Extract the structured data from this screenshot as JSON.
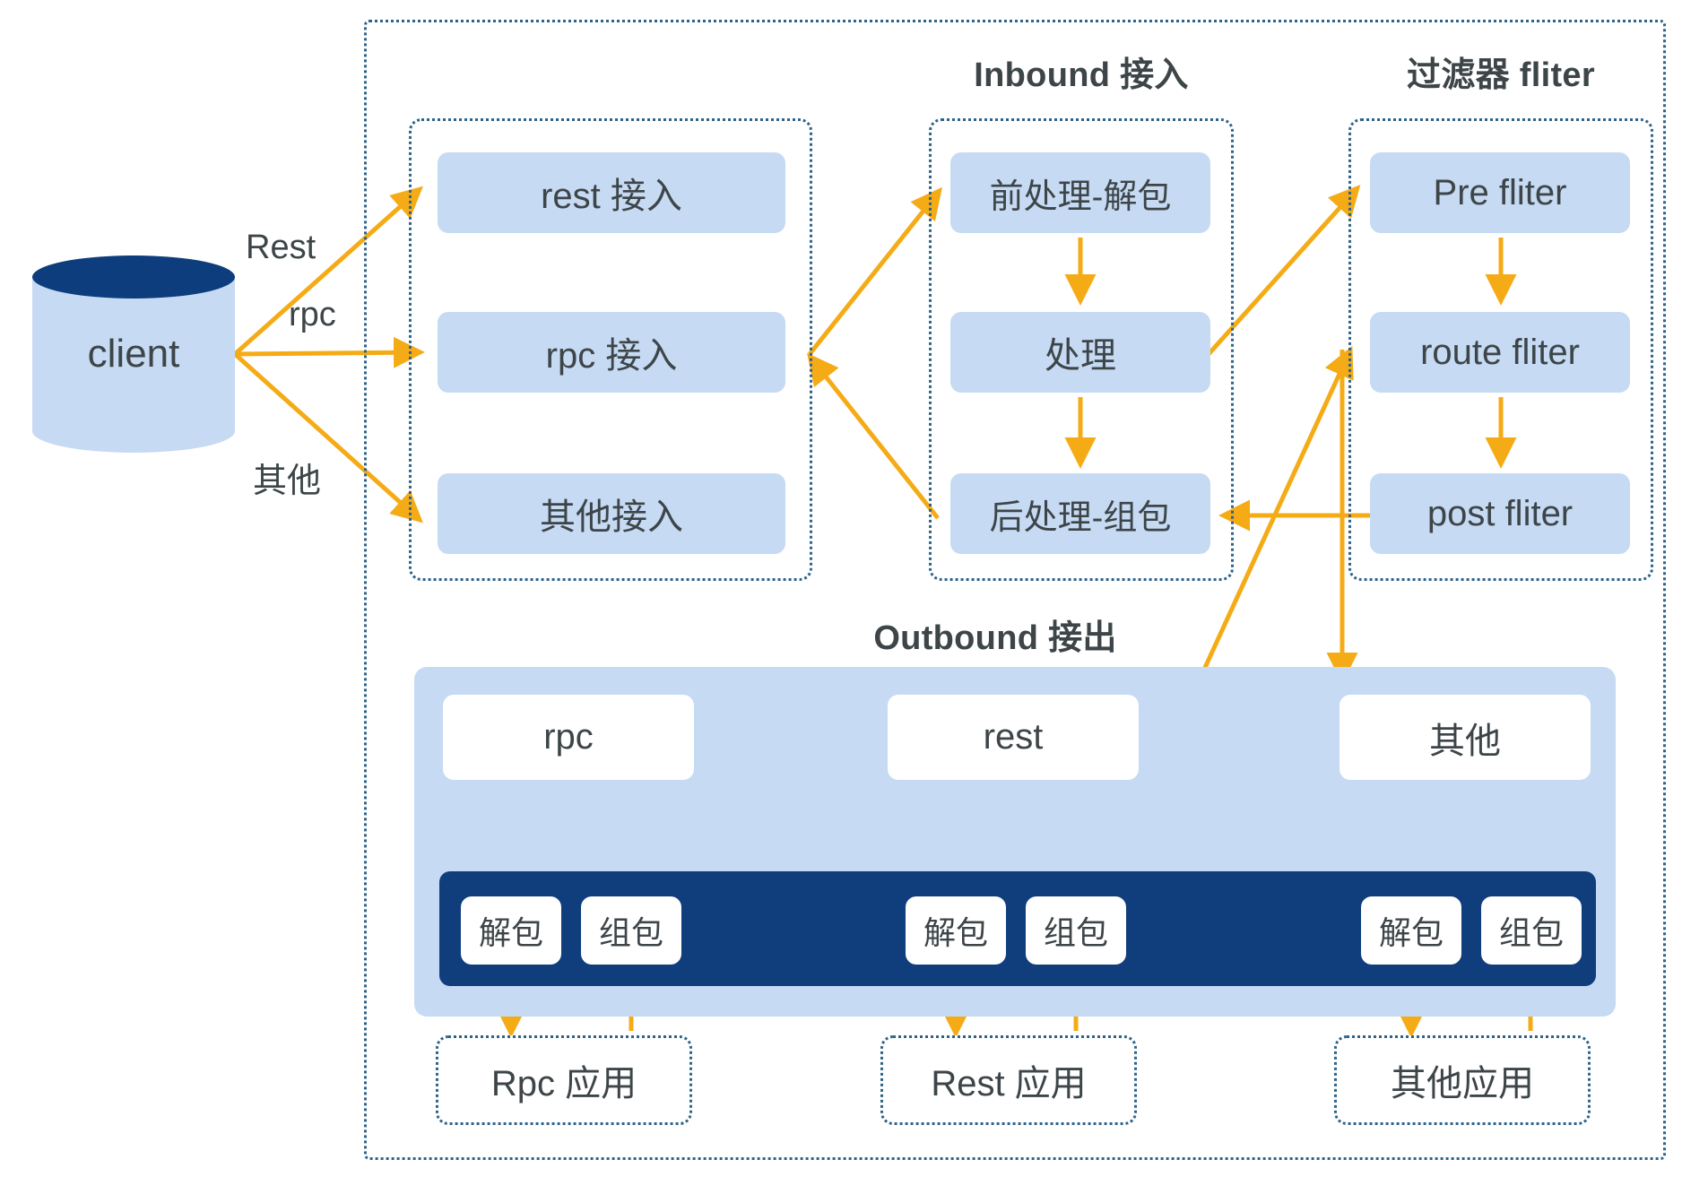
{
  "diagram": {
    "title_hidden": "",
    "colors": {
      "box_fill": "#c6daf3",
      "navy": "#103e7d",
      "arrow": "#f5ab16",
      "dotted_border": "#2e6389",
      "text": "#3d4548"
    }
  },
  "client": {
    "label": "client"
  },
  "edge_labels": {
    "rest": "Rest",
    "rpc": "rpc",
    "other": "其他"
  },
  "groups": {
    "access": {
      "title": "",
      "items": [
        {
          "label": "rest 接入"
        },
        {
          "label": "rpc 接入"
        },
        {
          "label": "其他接入"
        }
      ]
    },
    "inbound": {
      "title": "Inbound 接入",
      "items": [
        {
          "label": "前处理-解包"
        },
        {
          "label": "处理"
        },
        {
          "label": "后处理-组包"
        }
      ]
    },
    "filter": {
      "title": "过滤器 fliter",
      "items": [
        {
          "label": "Pre fliter"
        },
        {
          "label": "route fliter"
        },
        {
          "label": "post fliter"
        }
      ]
    },
    "outbound": {
      "title": "Outbound 接出",
      "protocols": [
        {
          "label": "rpc"
        },
        {
          "label": "rest"
        },
        {
          "label": "其他"
        }
      ],
      "codec": {
        "decode_label": "解包",
        "encode_label": "组包",
        "columns": [
          {
            "decode": "解包",
            "encode": "组包"
          },
          {
            "decode": "解包",
            "encode": "组包"
          },
          {
            "decode": "解包",
            "encode": "组包"
          }
        ]
      },
      "apps": [
        {
          "label": "Rpc 应用"
        },
        {
          "label": "Rest 应用"
        },
        {
          "label": "其他应用"
        }
      ]
    }
  }
}
